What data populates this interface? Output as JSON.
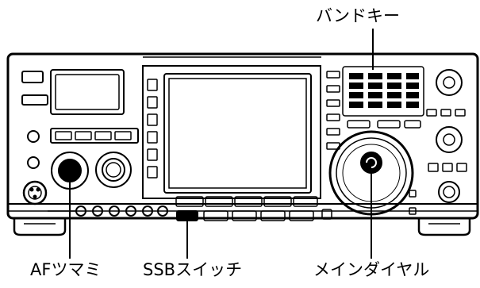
{
  "figure": {
    "subject": "transceiver-front-panel",
    "colors": {
      "ink": "#000000",
      "paper": "#ffffff"
    },
    "callouts": {
      "band_keys": "バンドキー",
      "af_knob": "AFツマミ",
      "ssb_switch": "SSBスイッチ",
      "main_dial": "メインダイヤル"
    }
  }
}
